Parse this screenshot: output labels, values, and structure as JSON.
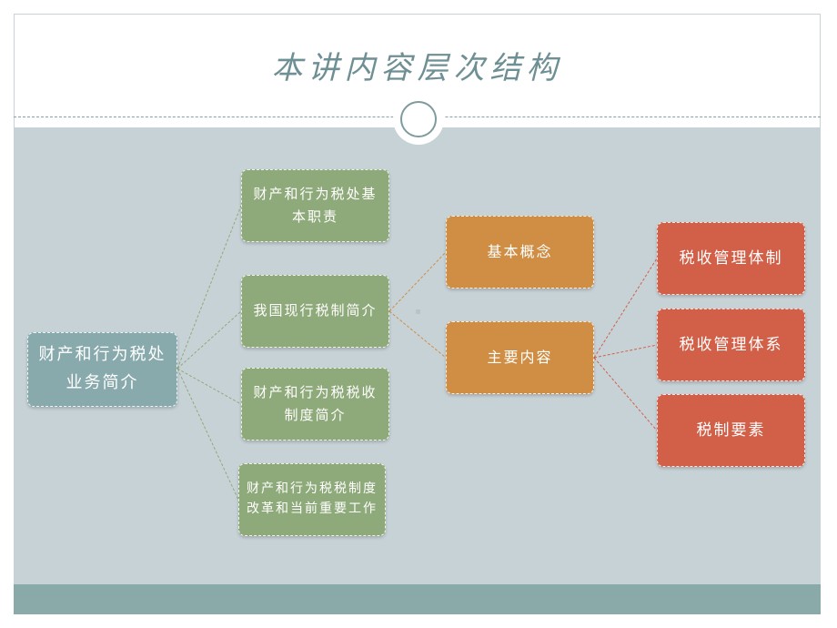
{
  "slide": {
    "title": "本讲内容层次结构"
  },
  "diagram": {
    "root": {
      "label": "财产和行为税处业务简介"
    },
    "level1": [
      {
        "label": "财产和行为税处基本职责"
      },
      {
        "label": "我国现行税制简介"
      },
      {
        "label": "财产和行为税税收制度简介"
      },
      {
        "label": "财产和行为税税制度改革和当前重要工作"
      }
    ],
    "level2": [
      {
        "label": "基本概念"
      },
      {
        "label": "主要内容"
      }
    ],
    "level3": [
      {
        "label": "税收管理体制"
      },
      {
        "label": "税收管理体系"
      },
      {
        "label": "税制要素"
      }
    ]
  },
  "colors": {
    "root": "#88aaad",
    "green": "#8faa7a",
    "orange": "#cf8e44",
    "red": "#d26048",
    "content_bg": "#c7d2d7",
    "footer": "#8aa9a9"
  }
}
